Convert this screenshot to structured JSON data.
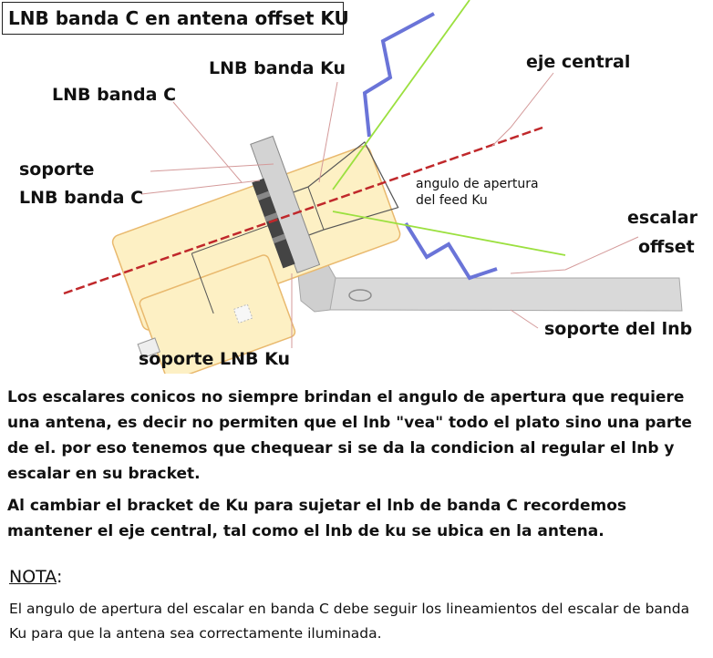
{
  "title": "LNB banda C en antena offset KU",
  "labels": {
    "lnb_ku": "LNB banda Ku",
    "eje_central": "eje central",
    "lnb_c": "LNB banda C",
    "soporte_lnb_c_line1": "soporte",
    "soporte_lnb_c_line2": "LNB banda C",
    "angulo_line1": "angulo de apertura",
    "angulo_line2": "del feed Ku",
    "escalar_line1": "escalar",
    "escalar_line2": "offset",
    "soporte_lnb": "soporte del lnb",
    "soporte_lnb_ku": "soporte LNB Ku"
  },
  "colors": {
    "body_fill": "#fdf0c4",
    "body_stroke": "#e9b96e",
    "axis": "#c0282b",
    "scalar": "#6a74d8",
    "feed_angle": "#9be03f",
    "bracket": "#d6d6d6",
    "leader": "#d49a9a"
  },
  "paragraphs": [
    "Los escalares conicos no siempre brindan el angulo de apertura que requiere una antena, es decir no permiten que el lnb \"vea\" todo el plato sino una parte de el. por eso tenemos que chequear si se da la condicion al regular el lnb y escalar en su bracket.",
    "Al cambiar el bracket de Ku para sujetar el lnb de banda C recordemos mantener el eje central, tal como el lnb de ku se ubica en la antena."
  ],
  "nota": {
    "title": "NOTA",
    "suffix": ":",
    "text": "El angulo de apertura del escalar en banda C debe seguir los lineamientos del escalar de banda Ku para que la antena sea correctamente iluminada."
  }
}
